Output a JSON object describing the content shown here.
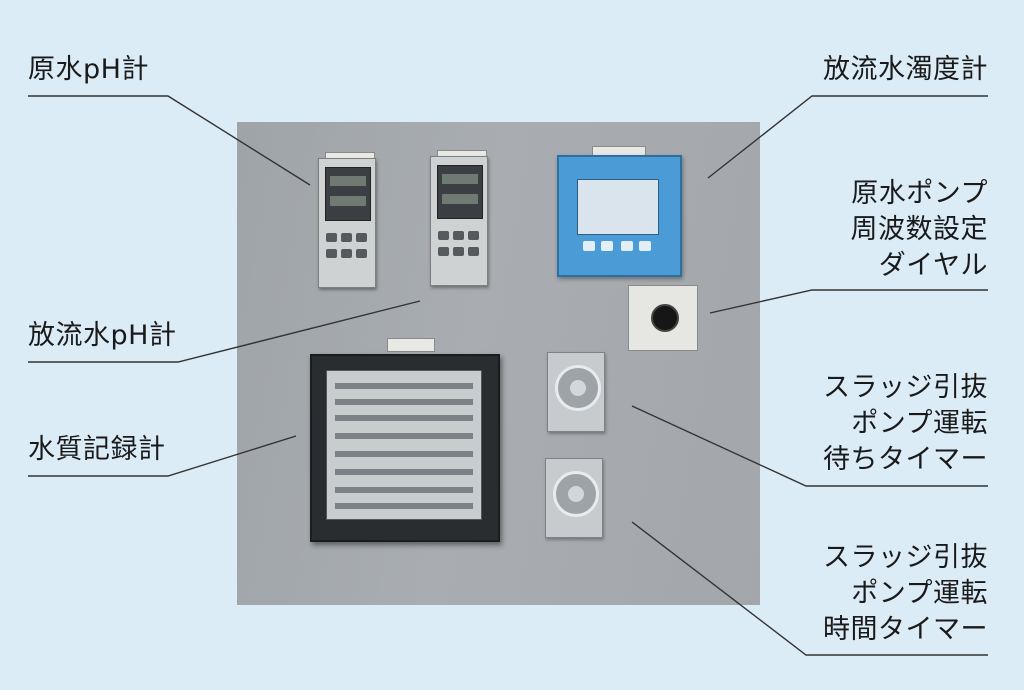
{
  "labels": {
    "raw_ph": "原水pH計",
    "effluent_turbidity": "放流水濁度計",
    "pump_dial": [
      "原水ポンプ",
      "周波数設定",
      "ダイヤル"
    ],
    "effluent_ph": "放流水pH計",
    "sludge_wait_timer": [
      "スラッジ引抜",
      "ポンプ運転",
      "待ちタイマー"
    ],
    "recorder": "水質記録計",
    "sludge_run_timer": [
      "スラッジ引抜",
      "ポンプ運転",
      "時間タイマー"
    ]
  },
  "colors": {
    "background": "#dcecf7",
    "panel": "#a3a7ab",
    "leader_line": "#333333",
    "turbidity_meter": "#4a9bd6"
  }
}
